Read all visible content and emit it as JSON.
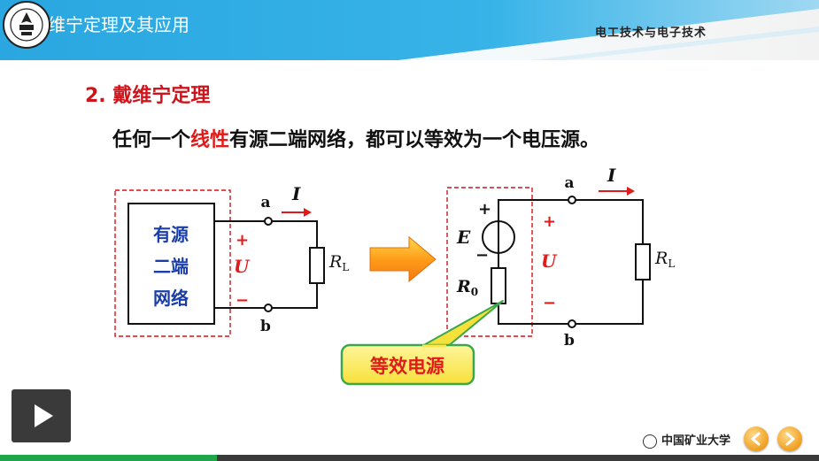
{
  "header": {
    "title": "戴维宁定理及其应用",
    "course": "电工技术与电子技术",
    "brand_color": "#2aa7e0"
  },
  "slide": {
    "heading": "2. 戴维宁定理",
    "statement_pre": "任何一个",
    "statement_hl": "线性",
    "statement_post": "有源二端网络，都可以等效为一个电压源。"
  },
  "left_circuit": {
    "box_line1": "有源",
    "box_line2": "二端",
    "box_line3": "网络",
    "node_a": "a",
    "node_b": "b",
    "current": "I",
    "plus": "+",
    "voltage": "U",
    "minus": "−",
    "load": "R",
    "load_sub": "L"
  },
  "right_circuit": {
    "source_plus": "+",
    "emf": "E",
    "source_minus": "−",
    "r0": "R",
    "r0_sub": "0",
    "node_a": "a",
    "node_b": "b",
    "current": "I",
    "plus": "+",
    "voltage": "U",
    "minus": "−",
    "load": "R",
    "load_sub": "L",
    "callout": "等效电源"
  },
  "footer": {
    "university": "中国矿业大学"
  },
  "player": {
    "progress": 0.265
  }
}
